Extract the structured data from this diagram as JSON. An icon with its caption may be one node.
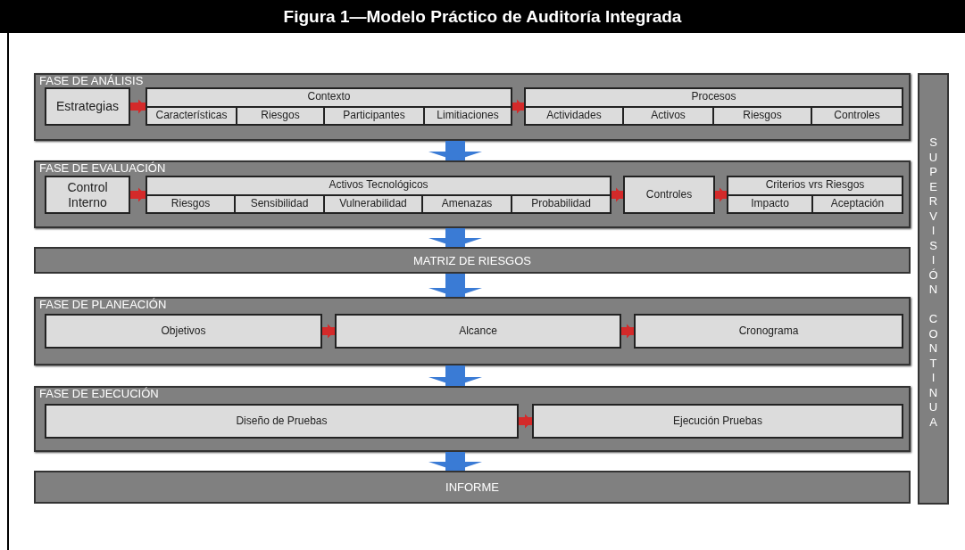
{
  "diagram": {
    "title": "Figura 1—Modelo Práctico de Auditoría Integrada",
    "nodes": [
      {
        "text": [
          "FASE DE ANÁLISIS"
        ]
      },
      {
        "text": [
          "Estrategias"
        ],
        "in": 0
      },
      {
        "text": [
          "Contexto"
        ],
        "in": 0
      },
      {
        "text": [
          "Características"
        ],
        "in": 2
      },
      {
        "text": [
          "Riesgos"
        ],
        "in": 2
      },
      {
        "text": [
          "Participantes"
        ],
        "in": 2
      },
      {
        "text": [
          "Limitiaciones"
        ],
        "in": 2
      },
      {
        "text": [
          "Procesos"
        ],
        "in": 0
      },
      {
        "text": [
          "Actividades"
        ],
        "in": 7
      },
      {
        "text": [
          "Activos"
        ],
        "in": 7
      },
      {
        "text": [
          "Riesgos"
        ],
        "in": 7
      },
      {
        "text": [
          "Controles"
        ],
        "in": 7
      },
      {
        "text": [
          "FASE DE EVALUACIÓN"
        ]
      },
      {
        "text": [
          "Control Interno"
        ],
        "in": 12
      },
      {
        "text": [
          "Activos Tecnológicos"
        ],
        "in": 12
      },
      {
        "text": [
          "Riesgos"
        ],
        "in": 14
      },
      {
        "text": [
          "Sensibilidad"
        ],
        "in": 14
      },
      {
        "text": [
          "Vulnerabilidad"
        ],
        "in": 14
      },
      {
        "text": [
          "Amenazas"
        ],
        "in": 14
      },
      {
        "text": [
          "Probabilidad"
        ],
        "in": 14
      },
      {
        "text": [
          "Controles"
        ],
        "in": 12
      },
      {
        "text": [
          "Criterios vrs Riesgos"
        ],
        "in": 12
      },
      {
        "text": [
          "Impacto"
        ],
        "in": 21
      },
      {
        "text": [
          "Aceptación"
        ],
        "in": 21
      },
      {
        "text": [
          "MATRIZ DE RIESGOS"
        ]
      },
      {
        "text": [
          "FASE DE PLANEACIÓN"
        ]
      },
      {
        "text": [
          "Objetivos"
        ],
        "in": 25
      },
      {
        "text": [
          "Alcance"
        ],
        "in": 25
      },
      {
        "text": [
          "Cronograma"
        ],
        "in": 25
      },
      {
        "text": [
          "FASE DE EJECUCIÓN"
        ]
      },
      {
        "text": [
          "Diseño de Pruebas"
        ],
        "in": 29
      },
      {
        "text": [
          "Ejecución Pruebas"
        ],
        "in": 29
      },
      {
        "text": [
          "INFORME"
        ]
      },
      {
        "text": [
          "SUPERVISIÓN CONTINUA"
        ]
      }
    ],
    "edges": [
      {
        "from": 1,
        "to": 2,
        "arrow": "to"
      },
      {
        "from": 2,
        "to": 7,
        "arrow": "to"
      },
      {
        "from": 0,
        "to": 12,
        "arrow": "to",
        "style": "thick",
        "color": "#3a7bd5"
      },
      {
        "from": 13,
        "to": 14,
        "arrow": "to"
      },
      {
        "from": 14,
        "to": 20,
        "arrow": "to"
      },
      {
        "from": 20,
        "to": 21,
        "arrow": "to"
      },
      {
        "from": 12,
        "to": 24,
        "arrow": "to",
        "style": "thick",
        "color": "#3a7bd5"
      },
      {
        "from": 24,
        "to": 25,
        "arrow": "to",
        "style": "thick",
        "color": "#3a7bd5"
      },
      {
        "from": 26,
        "to": 27,
        "arrow": "to"
      },
      {
        "from": 27,
        "to": 28,
        "arrow": "to"
      },
      {
        "from": 25,
        "to": 29,
        "arrow": "to",
        "style": "thick",
        "color": "#3a7bd5"
      },
      {
        "from": 30,
        "to": 31,
        "arrow": "to"
      },
      {
        "from": 29,
        "to": 32,
        "arrow": "to",
        "style": "thick",
        "color": "#3a7bd5"
      }
    ]
  }
}
